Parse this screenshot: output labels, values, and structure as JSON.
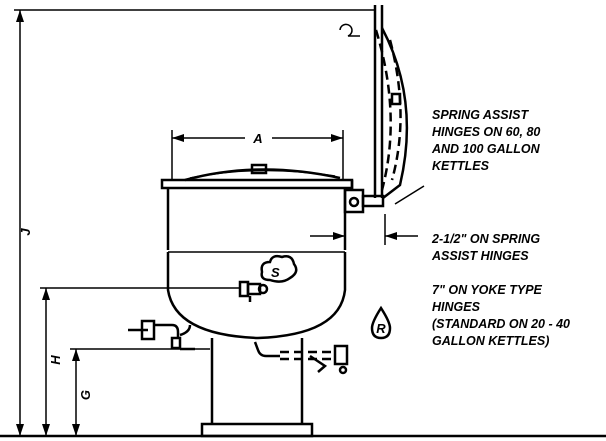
{
  "dimensions": {
    "a": "A",
    "j": "J",
    "h": "H",
    "g": "G"
  },
  "symbols": {
    "steam": "S",
    "return": "R"
  },
  "notes": {
    "spring_assist": [
      "SPRING ASSIST",
      "HINGES ON 60, 80",
      "AND 100 GALLON",
      "KETTLES"
    ],
    "spring_offset": [
      "2-1/2\" ON SPRING",
      "ASSIST HINGES"
    ],
    "yoke": [
      "7\" ON YOKE TYPE",
      "HINGES",
      "(STANDARD ON 20 - 40",
      "GALLON KETTLES)"
    ]
  }
}
